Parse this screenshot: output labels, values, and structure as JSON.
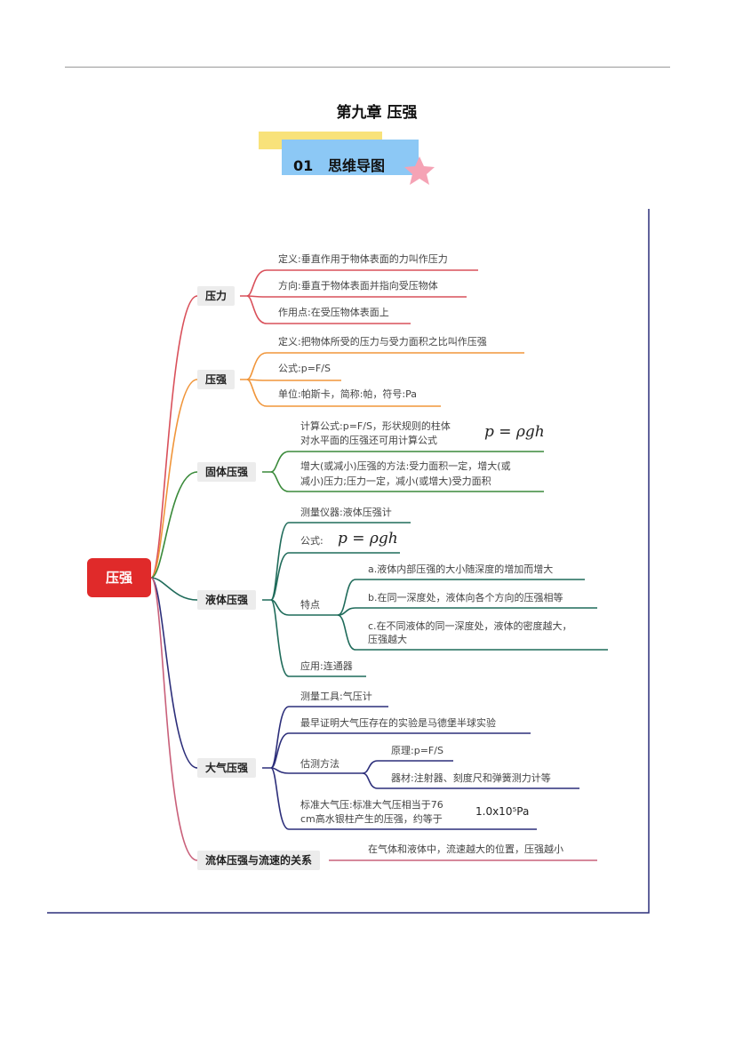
{
  "header": {
    "title": "第九章  压强",
    "banner_num": "01",
    "banner_label": "思维导图"
  },
  "colors": {
    "pressure_force": "#d9505a",
    "pressure": "#f0953a",
    "solid": "#3a8a3a",
    "liquid": "#1f6b5a",
    "atmosphere": "#2c2e7a",
    "fluid": "#c9607a",
    "root": "#e02a2a"
  },
  "root": "压强",
  "branches": {
    "force": {
      "label": "压力",
      "leaves": [
        "定义:垂直作用于物体表面的力叫作压力",
        "方向:垂直于物体表面并指向受压物体",
        "作用点:在受压物体表面上"
      ]
    },
    "pressure": {
      "label": "压强",
      "leaves": [
        "定义:把物体所受的压力与受力面积之比叫作压强",
        "公式:p=F/S",
        "单位:帕斯卡，简称:帕，符号:Pa"
      ]
    },
    "solid": {
      "label": "固体压强",
      "leaf1_line1": "计算公式:p=F/S，形状规则的柱体",
      "leaf1_line2": "对水平面的压强还可用计算公式",
      "formula": "p = ρgh",
      "leaf2_line1": "增大(或减小)压强的方法:受力面积一定，增大(或",
      "leaf2_line2": "减小)压力;压力一定，减小(或增大)受力面积"
    },
    "liquid": {
      "label": "液体压强",
      "instrument": "测量仪器:液体压强计",
      "formula_label": "公式:",
      "formula": "p = ρgh",
      "features_label": "特点",
      "feature_a": "a.液体内部压强的大小随深度的增加而增大",
      "feature_b": "b.在同一深度处，液体向各个方向的压强相等",
      "feature_c1": "c.在不同液体的同一深度处，液体的密度越大，",
      "feature_c2": "压强越大",
      "application": "应用:连通器"
    },
    "atmosphere": {
      "label": "大气压强",
      "tool": "测量工具:气压计",
      "experiment": "最早证明大气压存在的实验是马德堡半球实验",
      "estimate_label": "估测方法",
      "principle": "原理:p=F/S",
      "equipment": "器材:注射器、刻度尺和弹簧测力计等",
      "standard1": "标准大气压:标准大气压相当于76",
      "standard2": "cm高水银柱产生的压强，约等于",
      "standard_value": "1.0x10⁵Pa"
    },
    "fluid": {
      "label": "流体压强与流速的关系",
      "leaf": "在气体和液体中，流速越大的位置，压强越小"
    }
  }
}
